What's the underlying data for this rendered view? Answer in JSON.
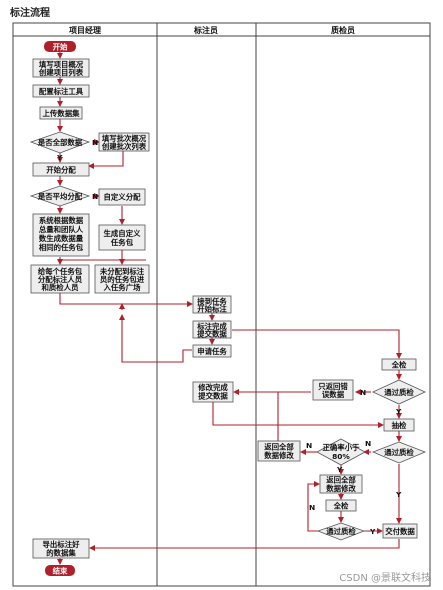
{
  "title": "标注流程",
  "lanes": [
    "项目经理",
    "标注员",
    "质检员"
  ],
  "labels": {
    "start": "开始",
    "fill_project": [
      "填写项目概况",
      "创建项目列表"
    ],
    "config_tool": "配置标注工具",
    "upload": "上传数据集",
    "all_data_q": "是否全部数据",
    "fill_batch": [
      "填写批次概况",
      "创建批次列表"
    ],
    "start_assign": "开始分配",
    "avg_assign_q": "是否平均分配",
    "custom_assign": "自定义分配",
    "auto_pkg": [
      "系统根据数据",
      "总量和团队人",
      "数生成数据量",
      "相同的任务包"
    ],
    "gen_custom": [
      "生成自定义",
      "任务包"
    ],
    "assign_each": [
      "给每个任务包",
      "分配标注人员",
      "和质检人员"
    ],
    "unassigned": [
      "未分配到标注",
      "员的任务包进",
      "入任务广场"
    ],
    "receive_task": [
      "接到任务",
      "开始标注"
    ],
    "submit_done": [
      "标注完成",
      "提交数据"
    ],
    "apply_task": "申请任务",
    "full_check": "全检",
    "pass_q1": "通过质检",
    "return_wrong": [
      "只返回错",
      "误数据"
    ],
    "modify_submit": [
      "修改完成",
      "提交数据"
    ],
    "sample_check": "抽检",
    "pass_q2": "通过质检",
    "accuracy_q": [
      "正确率小于",
      "80%"
    ],
    "return_all_a": [
      "返回全部",
      "数据修改"
    ],
    "return_all_b": [
      "返回全部",
      "数据修改"
    ],
    "full_check2": "全检",
    "pass_q3": "通过质检",
    "deliver": "交付数据",
    "export": [
      "导出标注好",
      "的数据集"
    ],
    "end": "结束",
    "yes": "Y",
    "no": "N"
  },
  "colors": {
    "box_fill": "#eeeeee",
    "box_stroke": "#555555",
    "arrow": "#b0202a",
    "terminal": "#b0202a",
    "lane_stroke": "#444444"
  },
  "watermark": "CSDN @景联文科技"
}
